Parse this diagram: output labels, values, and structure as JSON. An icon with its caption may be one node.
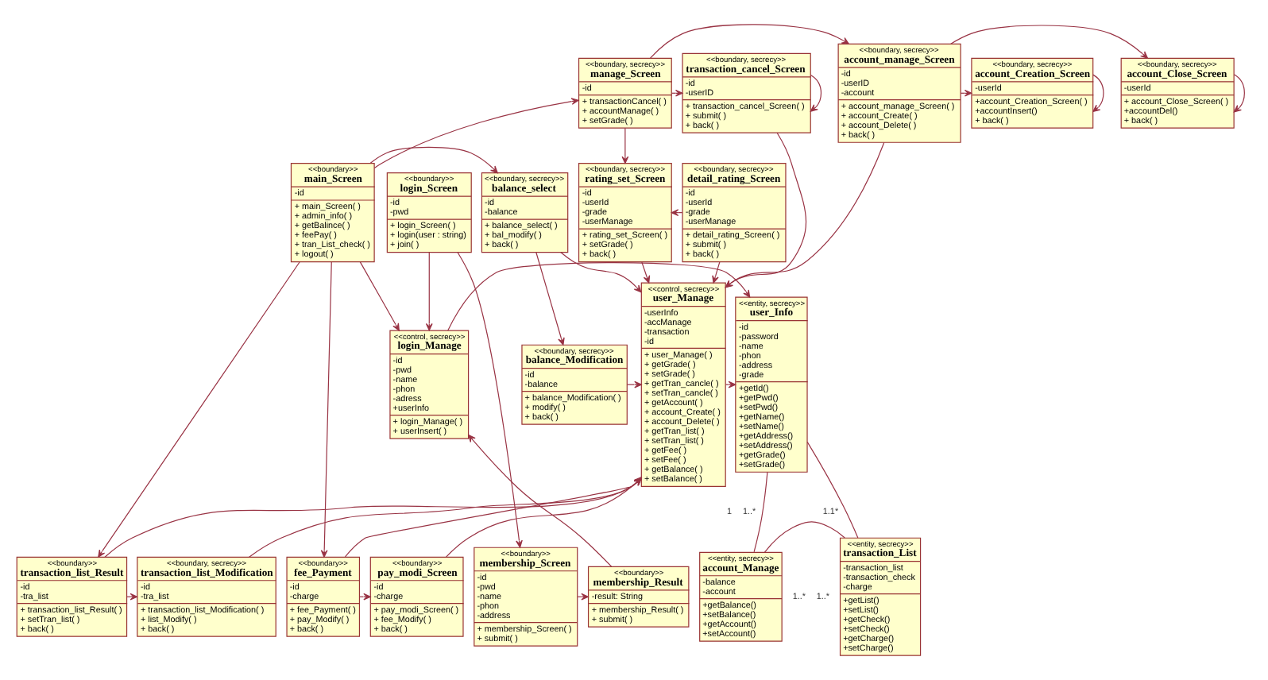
{
  "diagram": {
    "nodes": [
      {
        "text": [
          "<<boundary>>",
          "login_Screen",
          "-id -pwd",
          "+ login_Screen( ) + login(user : string) + join( )"
        ]
      },
      {
        "text": [
          "<<control, secrecy>>",
          "login_Manage",
          "-id -pwd -name -phon -adress +userInfo",
          "+ login_Manage( ) + userInsert( )"
        ]
      },
      {
        "text": [
          "<<boundary>>",
          "membership_Screen",
          "-id -pwd -name -phon -address",
          "+ membership_Screen( ) + submit( )"
        ]
      },
      {
        "text": [
          "<<boundary>>",
          "membership_Result",
          "-result: String",
          "+ membership_Result( ) + submit( )"
        ]
      },
      {
        "text": [
          "<<boundary, secrecy>>",
          "manage_Screen",
          "-id",
          "+ transactionCancel( ) + accountManage( ) + setGrade( )"
        ]
      },
      {
        "text": [
          "<<boundary>>",
          "main_Screen",
          "-id",
          "+ main_Screen( ) + admin_info( ) + getBalince( ) + feePay( ) + tran_List_check( ) + logout( )"
        ]
      },
      {
        "text": [
          "<<boundary, secrecy>>",
          "transaction_cancel_Screen",
          "-id -userID",
          "+ transaction_cancel_Screen( ) + submit( ) + back( )"
        ]
      },
      {
        "text": [
          "<<boundary, secrecy>>",
          "balance_select",
          "-id -balance",
          "+ balance_select( ) + bal_modify( ) + back( )"
        ]
      },
      {
        "text": [
          "<<boundary, secrecy>>",
          "balance_Modification",
          "-id -balance",
          "+ balance_Modification( ) + modify( ) + back( )"
        ]
      },
      {
        "text": [
          "<<boundary, secrecy>>",
          "account_manage_Screen",
          "-id -userID -account",
          "+ account_manage_Screen( ) + account_Create( ) + account_Delete( ) + back( )"
        ]
      },
      {
        "text": [
          "<<boundary, secrecy>>",
          "account_Creation_Screen",
          "-userId",
          "+account_Creation_Screen( ) +accountInsert() + back( )"
        ]
      },
      {
        "text": [
          "<<boundary, secrecy>>",
          "account_Close_Screen",
          "-userId",
          "+ account_Close_Screen( ) +accountDel() + back( )"
        ]
      },
      {
        "text": [
          "<<control, secrecy>>",
          "user_Manage",
          "-userInfo -accManage -transaction -id",
          "+ user_Manage( ) + getGrade( ) + setGrade( ) + getTran_cancle( ) + setTran_cancle( ) + getAccount( ) + account_Create( ) + account_Delete( ) + getTran_list( ) + setTran_list( ) + getFee( ) + setFee( ) + getBalance( ) + setBalance( )"
        ]
      },
      {
        "text": [
          "<<boundary, secrecy>>",
          "rating_set_Screen",
          "-id -userId -grade -userManage",
          "+ rating_set_Screen( ) + setGrade( ) + back( )"
        ]
      },
      {
        "text": [
          "<<boundary, secrecy>>",
          "detail_rating_Screen",
          "-id -userId -grade -userManage",
          "+ detail_rating_Screen( ) + submit( ) + back( )"
        ]
      },
      {
        "text": [
          "<<entity, secrecy>>",
          "user_Info",
          "-id -password -name -phon -address -grade",
          "+getId() +getPwd() +setPwd() +getName() +setName() +getAddress() +setAddress() +getGrade() +setGrade()"
        ]
      },
      {
        "text": [
          "<<boundary>>",
          "transaction_list_Result",
          "-id -tra_list",
          "+ transaction_list_Result( ) + setTran_list( ) + back( )"
        ]
      },
      {
        "text": [
          "<<boundary, secrecy>>",
          "transaction_list_Modification",
          "-id -tra_list",
          "+ transaction_list_Modification( ) + list_Modify( ) + back( )"
        ]
      },
      {
        "text": [
          "<<boundary>>",
          "fee_Payment",
          "-id -charge",
          "+ fee_Payment( ) + pay_Modify( ) + back( )"
        ]
      },
      {
        "text": [
          "<<boundary>>",
          "pay_modi_Screen",
          "-id -charge",
          "+ pay_modi_Screen( ) + fee_Modify( ) + back( )"
        ]
      },
      {
        "text": [
          "<<entity, secrecy>>",
          "account_Manage",
          "-balance -account",
          "+getBalance() +setBalance() +getAccount() +setAccount()"
        ]
      },
      {
        "text": [
          "<<entity, secrecy>>",
          "transaction_List",
          "-transaction_list -transaction_check -charge",
          "+getList() +setList() +getCheck() +setCheck() +getCharge() +setCharge()"
        ]
      }
    ],
    "edges": [
      {
        "from": 0,
        "to": 1,
        "arrow": "to"
      },
      {
        "from": 0,
        "to": 2,
        "arrow": "to"
      },
      {
        "from": 2,
        "to": 3,
        "arrow": "to"
      },
      {
        "from": 3,
        "to": 1,
        "arrow": "to"
      },
      {
        "from": 1,
        "to": 15,
        "arrow": "to"
      },
      {
        "from": 5,
        "to": 1,
        "arrow": "to"
      },
      {
        "from": 5,
        "to": 4,
        "arrow": "to"
      },
      {
        "from": 5,
        "to": 7,
        "arrow": "to"
      },
      {
        "from": 5,
        "to": 16,
        "arrow": "to"
      },
      {
        "from": 5,
        "to": 18,
        "arrow": "to"
      },
      {
        "from": 4,
        "to": 6,
        "arrow": "to"
      },
      {
        "from": 4,
        "to": 9,
        "arrow": "to"
      },
      {
        "from": 4,
        "to": 13,
        "arrow": "to"
      },
      {
        "from": 6,
        "to": 6,
        "arrow": "to"
      },
      {
        "from": 6,
        "to": 12,
        "arrow": "to"
      },
      {
        "from": 9,
        "to": 10,
        "arrow": "to"
      },
      {
        "from": 9,
        "to": 11,
        "arrow": "to"
      },
      {
        "from": 9,
        "to": 12,
        "arrow": "to"
      },
      {
        "from": 10,
        "to": 10,
        "arrow": "to"
      },
      {
        "from": 11,
        "to": 11,
        "arrow": "to"
      },
      {
        "from": 7,
        "to": 8,
        "arrow": "to"
      },
      {
        "from": 7,
        "to": 12,
        "arrow": "to"
      },
      {
        "from": 8,
        "to": 12,
        "arrow": "to"
      },
      {
        "from": 13,
        "to": 12,
        "arrow": "to"
      },
      {
        "from": 14,
        "to": 13,
        "arrow": "to"
      },
      {
        "from": 14,
        "to": 12,
        "arrow": "to"
      },
      {
        "from": 12,
        "to": 15,
        "arrow": "to"
      },
      {
        "from": 16,
        "to": 12,
        "arrow": "to"
      },
      {
        "from": 16,
        "to": 17,
        "arrow": "to"
      },
      {
        "from": 17,
        "to": 12,
        "arrow": "to"
      },
      {
        "from": 18,
        "to": 12,
        "arrow": "to"
      },
      {
        "from": 18,
        "to": 19,
        "arrow": "to"
      },
      {
        "from": 19,
        "to": 12,
        "arrow": "to"
      },
      {
        "from": 15,
        "to": 20,
        "arrow": "none"
      },
      {
        "from": 15,
        "to": 21,
        "arrow": "none"
      },
      {
        "from": 20,
        "to": 21,
        "arrow": "none"
      }
    ],
    "labels": [
      "1",
      "1.1*",
      "1..*",
      "1..*",
      "1..*"
    ]
  }
}
